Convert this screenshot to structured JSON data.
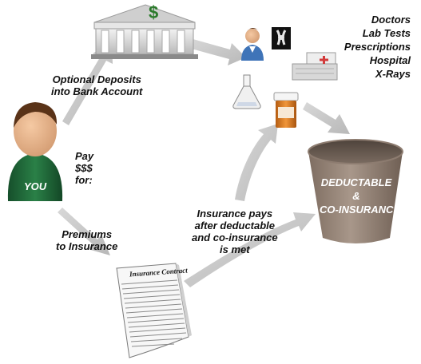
{
  "labels": {
    "deposits_line1": "Optional Deposits",
    "deposits_line2": "into Bank Account",
    "pay_line1": "Pay",
    "pay_line2": "$$$",
    "pay_line3": "for:",
    "premiums_line1": "Premiums",
    "premiums_line2": "to Insurance",
    "insurance_line1": "Insurance pays",
    "insurance_line2": "after deductable",
    "insurance_line3": "and co-insurance",
    "insurance_line4": "is met",
    "you": "YOU",
    "cup_line1": "DEDUCTABLE",
    "cup_line2": "&",
    "cup_line3": "CO-INSURANCE",
    "contract_title": "Insurance Contract",
    "bank_symbol": "$"
  },
  "services": [
    "Doctors",
    "Lab Tests",
    "Prescriptions",
    "Hospital",
    "X-Rays"
  ],
  "colors": {
    "person_shirt": "#1f6b3a",
    "person_skin": "#e8b48c",
    "person_hair": "#5a3318",
    "cup": "#9c8a7d",
    "arrow": "#c9c9c9",
    "bank_dollar": "#2a7a2a",
    "pill_bottle": "#d9781e"
  }
}
